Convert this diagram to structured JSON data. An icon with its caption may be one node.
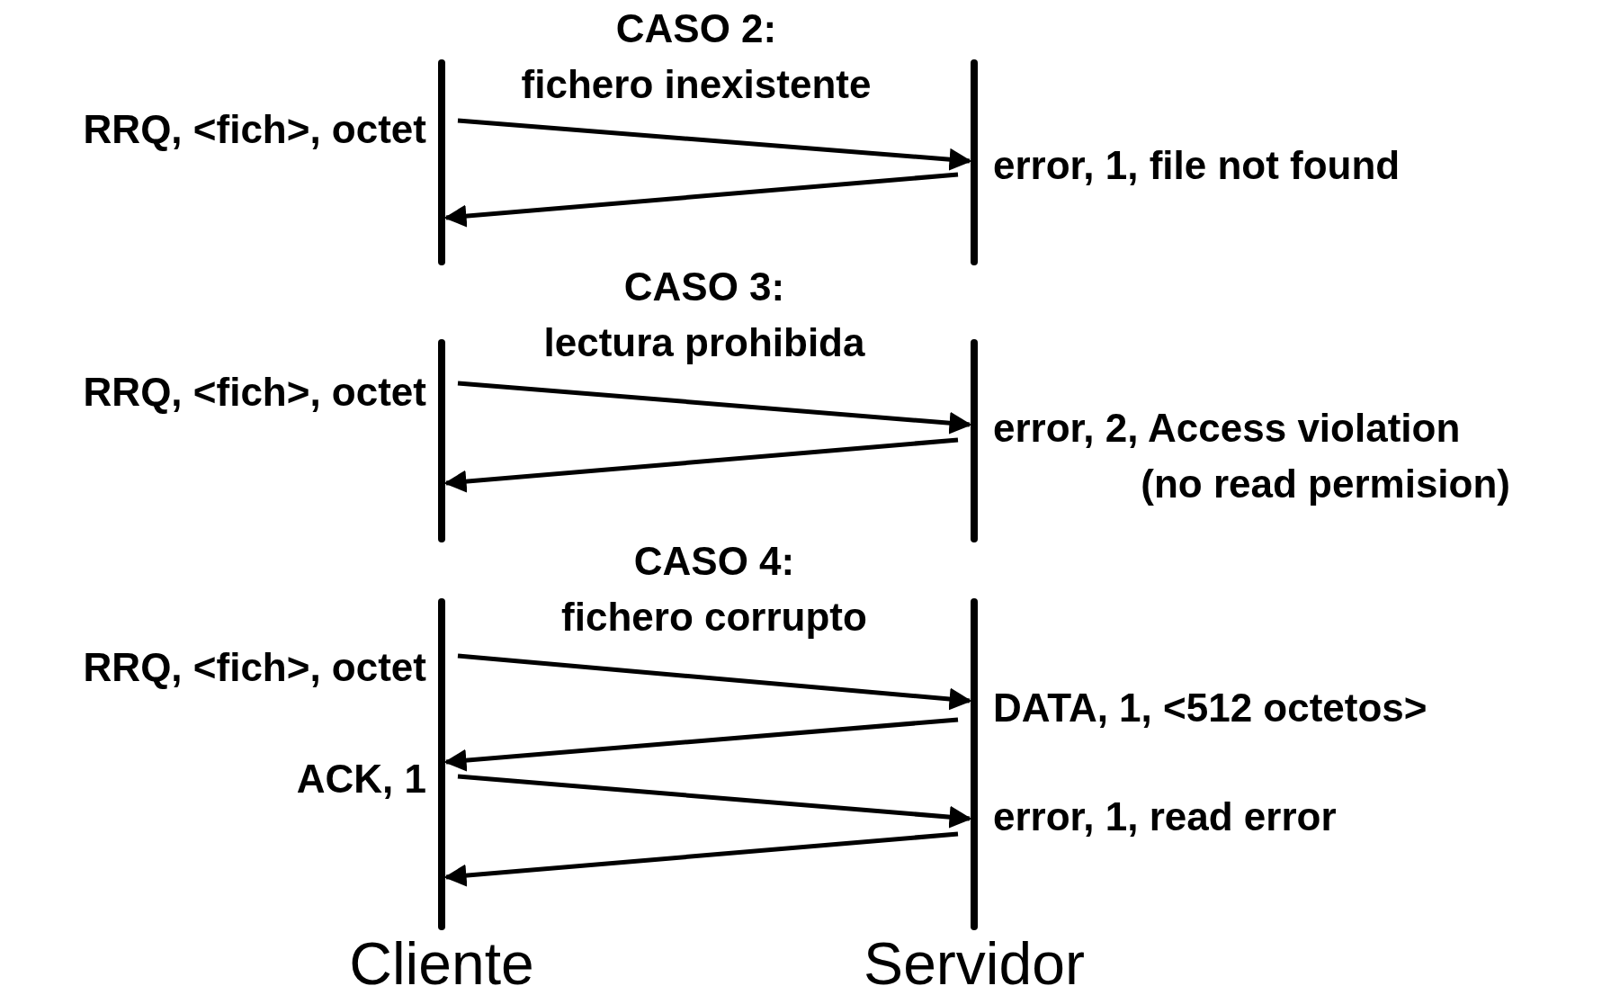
{
  "diagram": {
    "nodes": [
      {
        "text": [],
        "shape": "bar"
      },
      {
        "text": [],
        "shape": "bar"
      },
      {
        "text": [],
        "shape": "bar"
      },
      {
        "text": [],
        "shape": "bar"
      },
      {
        "text": [
          "Cliente"
        ]
      },
      {
        "text": [
          "Servidor"
        ]
      }
    ],
    "edges": [
      {
        "from": 0,
        "to": 1,
        "arrow": "to",
        "label": "RRQ, <fich>, octet"
      },
      {
        "from": 1,
        "to": 0,
        "arrow": "to",
        "label": "error, 1, file not found"
      },
      {
        "from": 2,
        "to": 3,
        "arrow": "to",
        "label": "RRQ, <fich>, octet"
      },
      {
        "from": 3,
        "to": 2,
        "arrow": "to",
        "label": "error, 2, Access violation (no read permision)"
      },
      {
        "from": 4,
        "to": 5,
        "arrow": "to",
        "label": "RRQ, <fich>, octet"
      },
      {
        "from": 5,
        "to": 4,
        "arrow": "to",
        "label": "DATA, 1, <512 octetos>"
      },
      {
        "from": 4,
        "to": 5,
        "arrow": "to",
        "label": "ACK, 1"
      },
      {
        "from": 5,
        "to": 4,
        "arrow": "to",
        "label": "error, 1, read error"
      }
    ],
    "labels": [
      "CASO 2:",
      "fichero inexistente",
      "CASO 3:",
      "lectura prohibida",
      "CASO 4:",
      "fichero corrupto"
    ]
  }
}
